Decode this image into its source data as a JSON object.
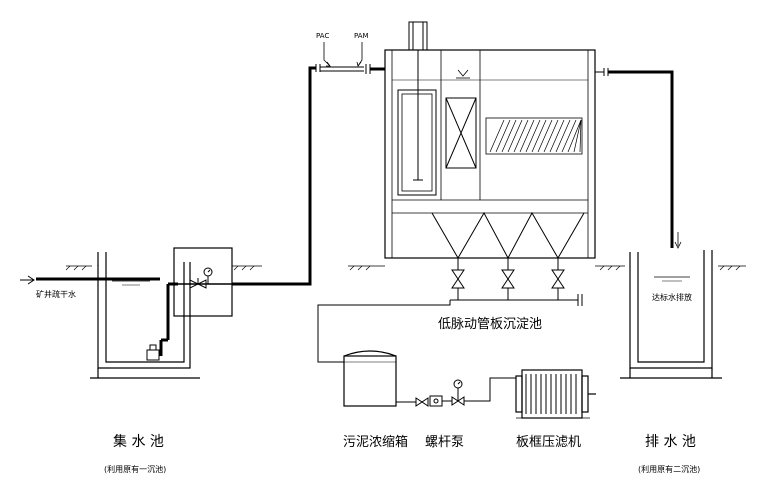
{
  "labels": {
    "chem_pac": "PAC",
    "chem_pam": "PAM",
    "inflow": "矿井疏干水",
    "collection_tank": "集 水 池",
    "collection_tank_note": "(利用原有一沉池)",
    "settling_tank": "低脉动管板沉淀池",
    "sludge_thickener": "污泥浓缩箱",
    "screw_pump": "螺杆泵",
    "filter_press": "板框压滤机",
    "discharge_tank": "排 水 池",
    "discharge_tank_note": "(利用原有二沉池)",
    "outflow": "达标水排放"
  }
}
